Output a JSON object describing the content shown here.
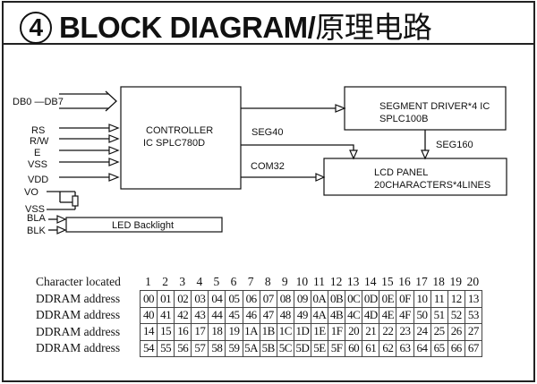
{
  "title": {
    "number_symbol": "4",
    "text": "BLOCK DIAGRAM/",
    "text_cjk": "原理电路"
  },
  "diagram": {
    "inputs": {
      "data_bus": "DB0 —DB7",
      "rs": "RS",
      "rw": "R/W",
      "e": "E",
      "vss": "VSS",
      "vdd": "VDD",
      "vo": "VO",
      "vss2": "VSS",
      "bla": "BLA",
      "blk": "BLK"
    },
    "controller": {
      "line1": "CONTROLLER",
      "line2": "IC SPLC780D"
    },
    "segment_driver": {
      "line1": "SEGMENT DRIVER*4 IC",
      "line2": "SPLC100B"
    },
    "lcd_panel": {
      "line1": "LCD PANEL",
      "line2": "20CHARACTERS*4LINES"
    },
    "led_backlight": "LED Backlight",
    "signals": {
      "seg40": "SEG40",
      "seg160": "SEG160",
      "com32": "COM32"
    }
  },
  "ddram_table": {
    "header_label": "Character located",
    "positions": [
      "1",
      "2",
      "3",
      "4",
      "5",
      "6",
      "7",
      "8",
      "9",
      "10",
      "11",
      "12",
      "13",
      "14",
      "15",
      "16",
      "17",
      "18",
      "19",
      "20"
    ],
    "rows": [
      {
        "label": "DDRAM address",
        "cells": [
          "00",
          "01",
          "02",
          "03",
          "04",
          "05",
          "06",
          "07",
          "08",
          "09",
          "0A",
          "0B",
          "0C",
          "0D",
          "0E",
          "0F",
          "10",
          "11",
          "12",
          "13"
        ]
      },
      {
        "label": "DDRAM address",
        "cells": [
          "40",
          "41",
          "42",
          "43",
          "44",
          "45",
          "46",
          "47",
          "48",
          "49",
          "4A",
          "4B",
          "4C",
          "4D",
          "4E",
          "4F",
          "50",
          "51",
          "52",
          "53"
        ]
      },
      {
        "label": "DDRAM address",
        "cells": [
          "14",
          "15",
          "16",
          "17",
          "18",
          "19",
          "1A",
          "1B",
          "1C",
          "1D",
          "1E",
          "1F",
          "20",
          "21",
          "22",
          "23",
          "24",
          "25",
          "26",
          "27"
        ]
      },
      {
        "label": "DDRAM address",
        "cells": [
          "54",
          "55",
          "56",
          "57",
          "58",
          "59",
          "5A",
          "5B",
          "5C",
          "5D",
          "5E",
          "5F",
          "60",
          "61",
          "62",
          "63",
          "64",
          "65",
          "66",
          "67"
        ]
      }
    ]
  }
}
